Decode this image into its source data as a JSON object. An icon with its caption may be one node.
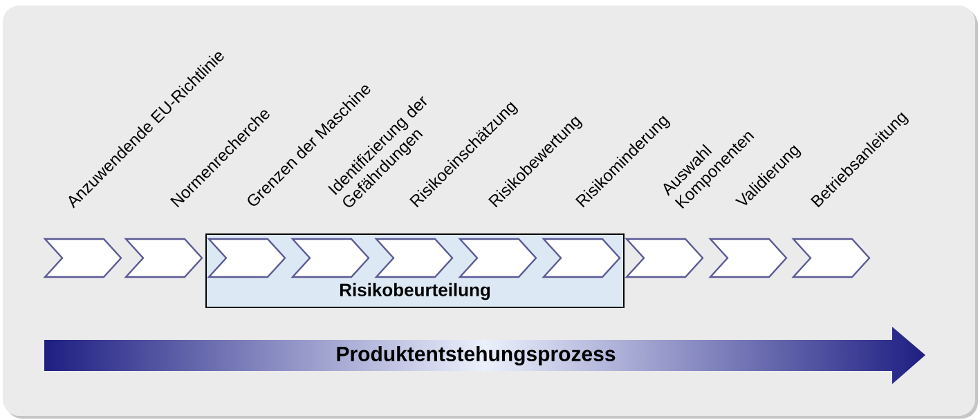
{
  "diagram": {
    "nodes": [
      {
        "text": [
          "Anzuwendende EU-Richtlinie"
        ]
      },
      {
        "text": [
          "Normenrecherche"
        ]
      },
      {
        "text": [
          "Risikobeurteilung"
        ]
      },
      {
        "text": [
          "Grenzen der Maschine"
        ],
        "in": 2
      },
      {
        "text": [
          "Identifizierung der Gefährdungen"
        ],
        "in": 2
      },
      {
        "text": [
          "Risikoeinschätzung"
        ],
        "in": 2
      },
      {
        "text": [
          "Risikobewertung"
        ],
        "in": 2
      },
      {
        "text": [
          "Risikominderung"
        ],
        "in": 2
      },
      {
        "text": [
          "Auswahl Komponenten"
        ]
      },
      {
        "text": [
          "Validierung"
        ]
      },
      {
        "text": [
          "Betriebsanleitung"
        ]
      },
      {
        "text": [
          "Produktentstehungsprozess"
        ]
      }
    ]
  }
}
